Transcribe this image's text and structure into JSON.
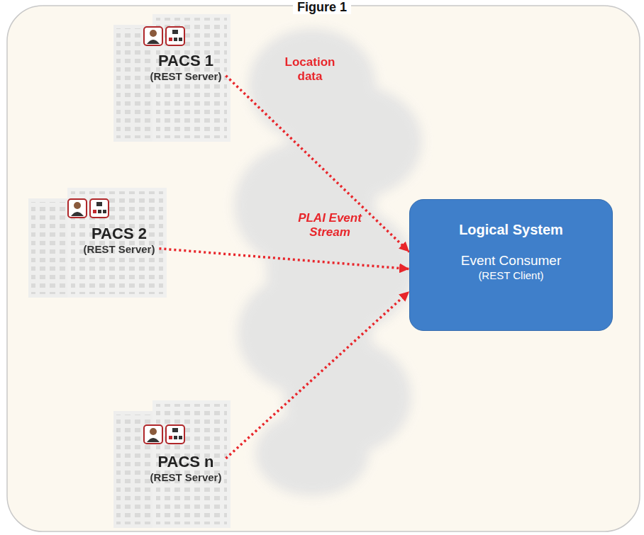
{
  "diagram": {
    "title": "Figure 1",
    "nodes": [
      {
        "text": [
          "PACS 1",
          "(REST Server)"
        ]
      },
      {
        "text": [
          "PACS 2",
          "(REST Server)"
        ]
      },
      {
        "text": [
          "Logical System",
          "Event Consumer",
          "(REST Client)"
        ]
      },
      {
        "text": [
          "PACS n",
          "(REST Server)"
        ]
      }
    ],
    "edges": [
      {
        "from": 0,
        "to": 2,
        "arrow": "to",
        "label": "Location data"
      },
      {
        "from": 1,
        "to": 2,
        "arrow": "to"
      },
      {
        "from": 3,
        "to": 2,
        "arrow": "to"
      }
    ],
    "labels": [
      "PLAI Event Stream"
    ]
  }
}
